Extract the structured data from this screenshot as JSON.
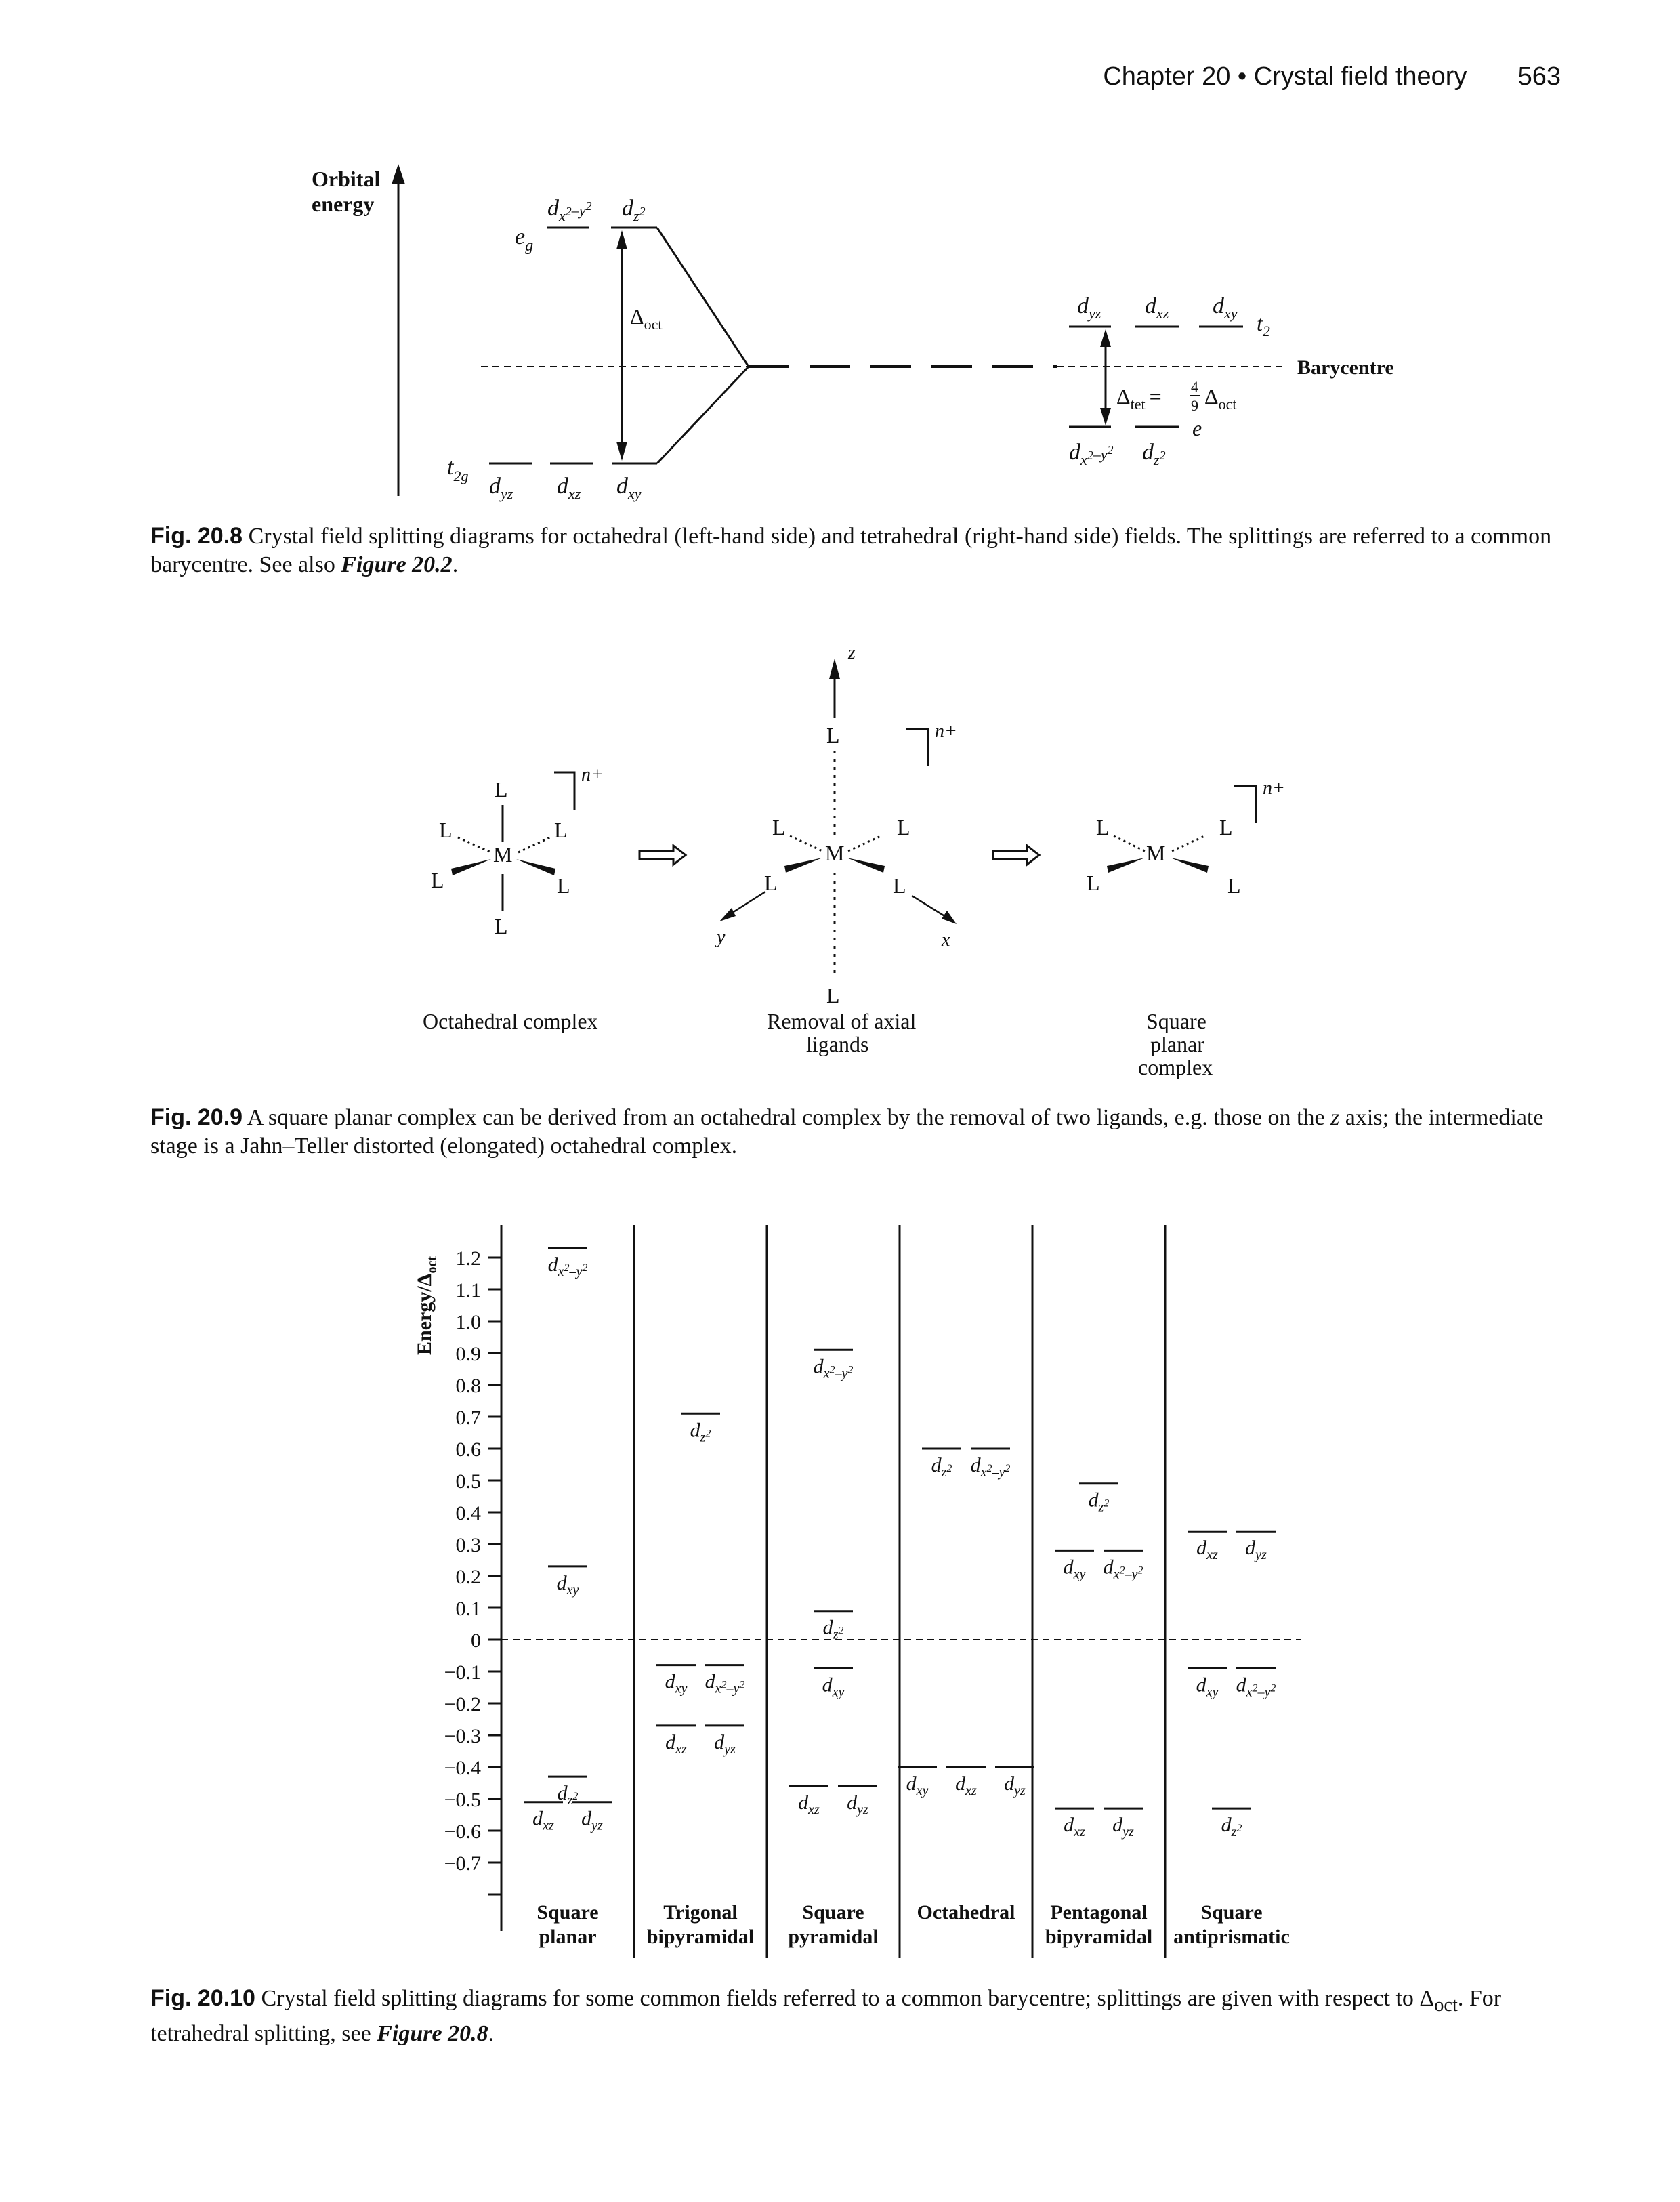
{
  "running_head": {
    "chapter": "Chapter 20",
    "bullet": "•",
    "title": "Crystal field theory",
    "page": "563"
  },
  "fig20_8": {
    "axis_label_line1": "Orbital",
    "axis_label_line2": "energy",
    "eg_label": "e",
    "eg_sub": "g",
    "t2g_label": "t",
    "t2g_sub": "2g",
    "delta_oct": "Δ",
    "delta_oct_sub": "oct",
    "t2_label": "t",
    "t2_sub": "2",
    "e_label": "e",
    "barycentre": "Barycentre",
    "delta_tet_eq": "Δ",
    "delta_tet_sub": "tet",
    "delta_tet_eqsign": "=",
    "frac_num": "4",
    "frac_den": "9",
    "delta_oct_sub2": "oct",
    "orbitals": {
      "dx2y2": "d",
      "dz2": "d",
      "dyz": "d",
      "dxz": "d",
      "dxy": "d"
    },
    "caption_label": "Fig. 20.8",
    "caption_text": "Crystal field splitting diagrams for octahedral (left-hand side) and tetrahedral (right-hand side) fields. The splittings are referred to a common barycentre. See also ",
    "caption_ref": "Figure 20.2",
    "caption_end": "."
  },
  "fig20_9": {
    "L": "L",
    "M": "M",
    "charge": "n+",
    "z_axis": "z",
    "x_axis": "x",
    "y_axis": "y",
    "label_octahedral": "Octahedral complex",
    "label_removal_1": "Removal of axial",
    "label_removal_2": "ligands",
    "label_square_1": "Square",
    "label_square_2": "planar",
    "label_square_3": "complex",
    "caption_label": "Fig. 20.9",
    "caption_text": "A square planar complex can be derived from an octahedral complex by the removal of two ligands, e.g. those on the ",
    "caption_z": "z",
    "caption_text2": " axis; the intermediate stage is a Jahn–Teller distorted (elongated) octahedral complex."
  },
  "fig20_10": {
    "y_axis_label": "Energy/Δ",
    "y_axis_sub": "oct",
    "y_ticks": [
      "1.2",
      "1.1",
      "1.0",
      "0.9",
      "0.8",
      "0.7",
      "0.6",
      "0.5",
      "0.4",
      "0.3",
      "0.2",
      "0.1",
      "0",
      "−0.1",
      "−0.2",
      "−0.3",
      "−0.4",
      "−0.5",
      "−0.6",
      "−0.7"
    ],
    "geometries": [
      {
        "name1": "Square",
        "name2": "planar"
      },
      {
        "name1": "Trigonal",
        "name2": "bipyramidal"
      },
      {
        "name1": "Square",
        "name2": "pyramidal"
      },
      {
        "name1": "Octahedral",
        "name2": ""
      },
      {
        "name1": "Pentagonal",
        "name2": "bipyramidal"
      },
      {
        "name1": "Square",
        "name2": "antiprismatic"
      }
    ],
    "caption_label": "Fig. 20.10",
    "caption_text": "Crystal field splitting diagrams for some common fields referred to a common barycentre; splittings are given with respect to Δ",
    "caption_sub": "oct",
    "caption_text2": ". For tetrahedral splitting, see ",
    "caption_ref": "Figure 20.8",
    "caption_end": "."
  },
  "chart_data": {
    "type": "table",
    "ylabel": "Energy/Δoct",
    "ylim": [
      -0.7,
      1.2
    ],
    "categories": [
      "Square planar",
      "Trigonal bipyramidal",
      "Square pyramidal",
      "Octahedral",
      "Pentagonal bipyramidal",
      "Square antiprismatic"
    ],
    "levels": [
      {
        "geometry": "Square planar",
        "orbitals": {
          "dx2-y2": 1.23,
          "dxy": 0.23,
          "dz2": -0.43,
          "dxz": -0.51,
          "dyz": -0.51
        }
      },
      {
        "geometry": "Trigonal bipyramidal",
        "orbitals": {
          "dz2": 0.71,
          "dxy": -0.08,
          "dx2-y2": -0.08,
          "dxz": -0.27,
          "dyz": -0.27
        }
      },
      {
        "geometry": "Square pyramidal",
        "orbitals": {
          "dx2-y2": 0.91,
          "dz2": 0.09,
          "dxy": -0.09,
          "dxz": -0.46,
          "dyz": -0.46
        }
      },
      {
        "geometry": "Octahedral",
        "orbitals": {
          "dz2": 0.6,
          "dx2-y2": 0.6,
          "dxy": -0.4,
          "dxz": -0.4,
          "dyz": -0.4
        }
      },
      {
        "geometry": "Pentagonal bipyramidal",
        "orbitals": {
          "dz2": 0.49,
          "dxy": 0.28,
          "dx2-y2": 0.28,
          "dxz": -0.53,
          "dyz": -0.53
        }
      },
      {
        "geometry": "Square antiprismatic",
        "orbitals": {
          "dxz": 0.34,
          "dyz": 0.34,
          "dxy": -0.09,
          "dx2-y2": -0.09,
          "dz2": -0.53
        }
      }
    ],
    "barycentre": 0
  }
}
